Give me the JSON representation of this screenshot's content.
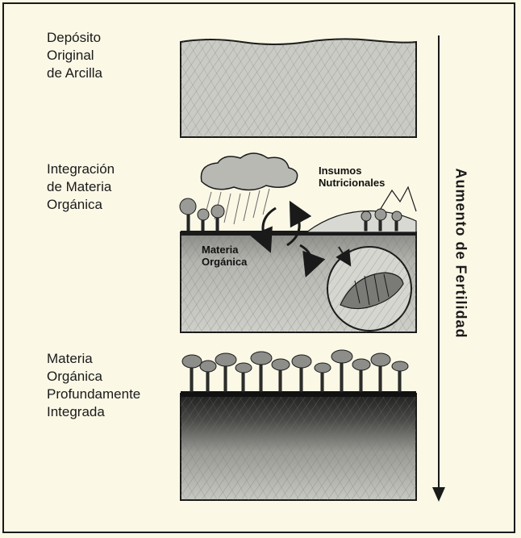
{
  "stages": [
    {
      "lines": [
        "Depósito",
        "Original",
        "de Arcilla"
      ]
    },
    {
      "lines": [
        "Integración",
        "de Materia",
        "Orgánica"
      ]
    },
    {
      "lines": [
        "Materia",
        "Orgánica",
        "Profundamente",
        "Integrada"
      ]
    }
  ],
  "annotations": {
    "inputs": [
      "Insumos",
      "Nutricionales"
    ],
    "organic": [
      "Materia",
      "Orgánica"
    ]
  },
  "axis_label": "Aumento de Fertilidad",
  "colors": {
    "ink": "#1a1a1a",
    "background": "#fbf8e6",
    "clay": "#c9c9c4",
    "dark_soil": "#2b2b2b"
  }
}
